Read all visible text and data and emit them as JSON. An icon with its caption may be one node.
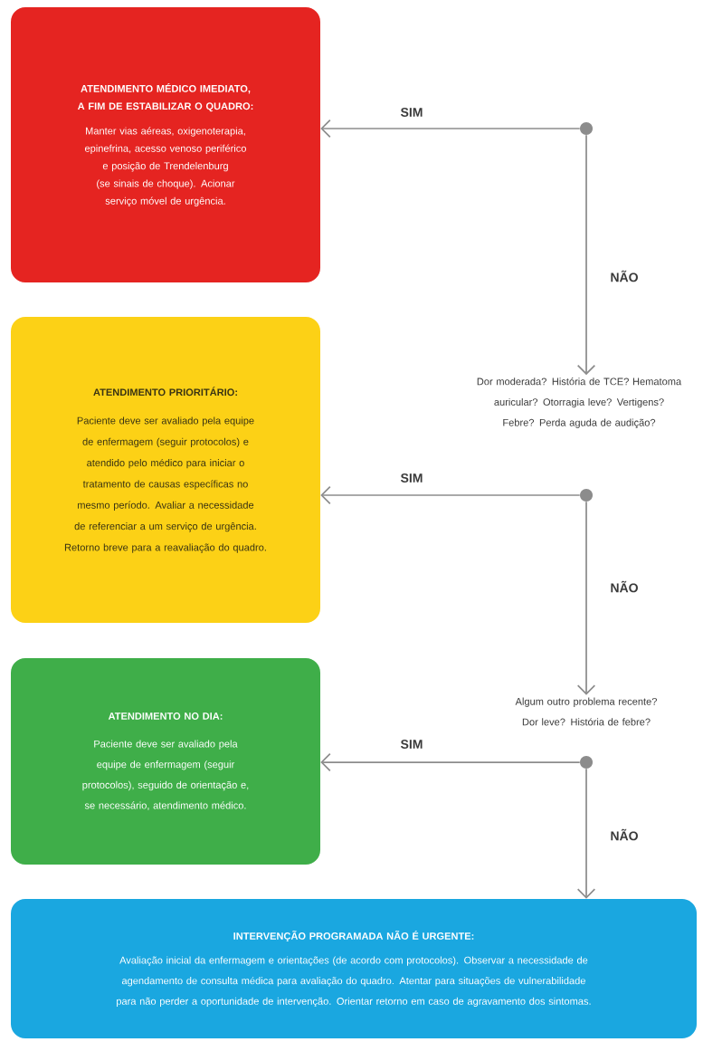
{
  "diagram": {
    "nodes": [
      {
        "text": [
          "ATENDIMENTO MÉDICO IMEDIATO, A FIM DE ESTABILIZAR O QUADRO:",
          "Manter vias aéreas, oxigenoterapia, epinefrina, acesso venoso periférico e posição de Trendelenburg (se sinais de choque). Acionar serviço móvel de urgência."
        ]
      },
      {
        "text": [],
        "shape": "circle"
      },
      {
        "text": [
          "ATENDIMENTO PRIORITÁRIO:",
          "Paciente deve ser avaliado pela equipe de enfermagem (seguir protocolos) e atendido pelo médico para iniciar o tratamento de causas específicas no mesmo período. Avaliar a necessidade de referenciar a um serviço de urgência. Retorno breve para a reavaliação do quadro."
        ]
      },
      {
        "text": [
          "Dor moderada? História de TCE? Hematoma auricular? Otorragia leve? Vertigens? Febre? Perda aguda de audição?"
        ]
      },
      {
        "text": [],
        "shape": "circle"
      },
      {
        "text": [
          "ATENDIMENTO NO DIA:",
          "Paciente deve ser avaliado pela equipe de enfermagem (seguir protocolos), seguido de orientação e, se necessário, atendimento médico."
        ]
      },
      {
        "text": [
          "Algum outro problema recente? Dor leve? História de febre?"
        ]
      },
      {
        "text": [],
        "shape": "circle"
      },
      {
        "text": [
          "INTERVENÇÃO PROGRAMADA NÃO É URGENTE:",
          "Avaliação inicial da enfermagem e orientações (de acordo com protocolos). Observar a necessidade de agendamento de consulta médica para avaliação do quadro. Atentar para situações de vulnerabilidade para não perder a oportunidade de intervenção. Orientar retorno em caso de agravamento dos sintomas."
        ]
      }
    ],
    "edges": [
      {
        "from": 1,
        "to": 0,
        "arrow": "to",
        "label": "SIM"
      },
      {
        "from": 1,
        "to": 3,
        "arrow": "to",
        "label": "NÃO"
      },
      {
        "from": 4,
        "to": 2,
        "arrow": "to",
        "label": "SIM"
      },
      {
        "from": 4,
        "to": 6,
        "arrow": "to",
        "label": "NÃO"
      },
      {
        "from": 7,
        "to": 5,
        "arrow": "to",
        "label": "SIM"
      },
      {
        "from": 7,
        "to": 8,
        "arrow": "to",
        "label": "NÃO"
      }
    ]
  }
}
